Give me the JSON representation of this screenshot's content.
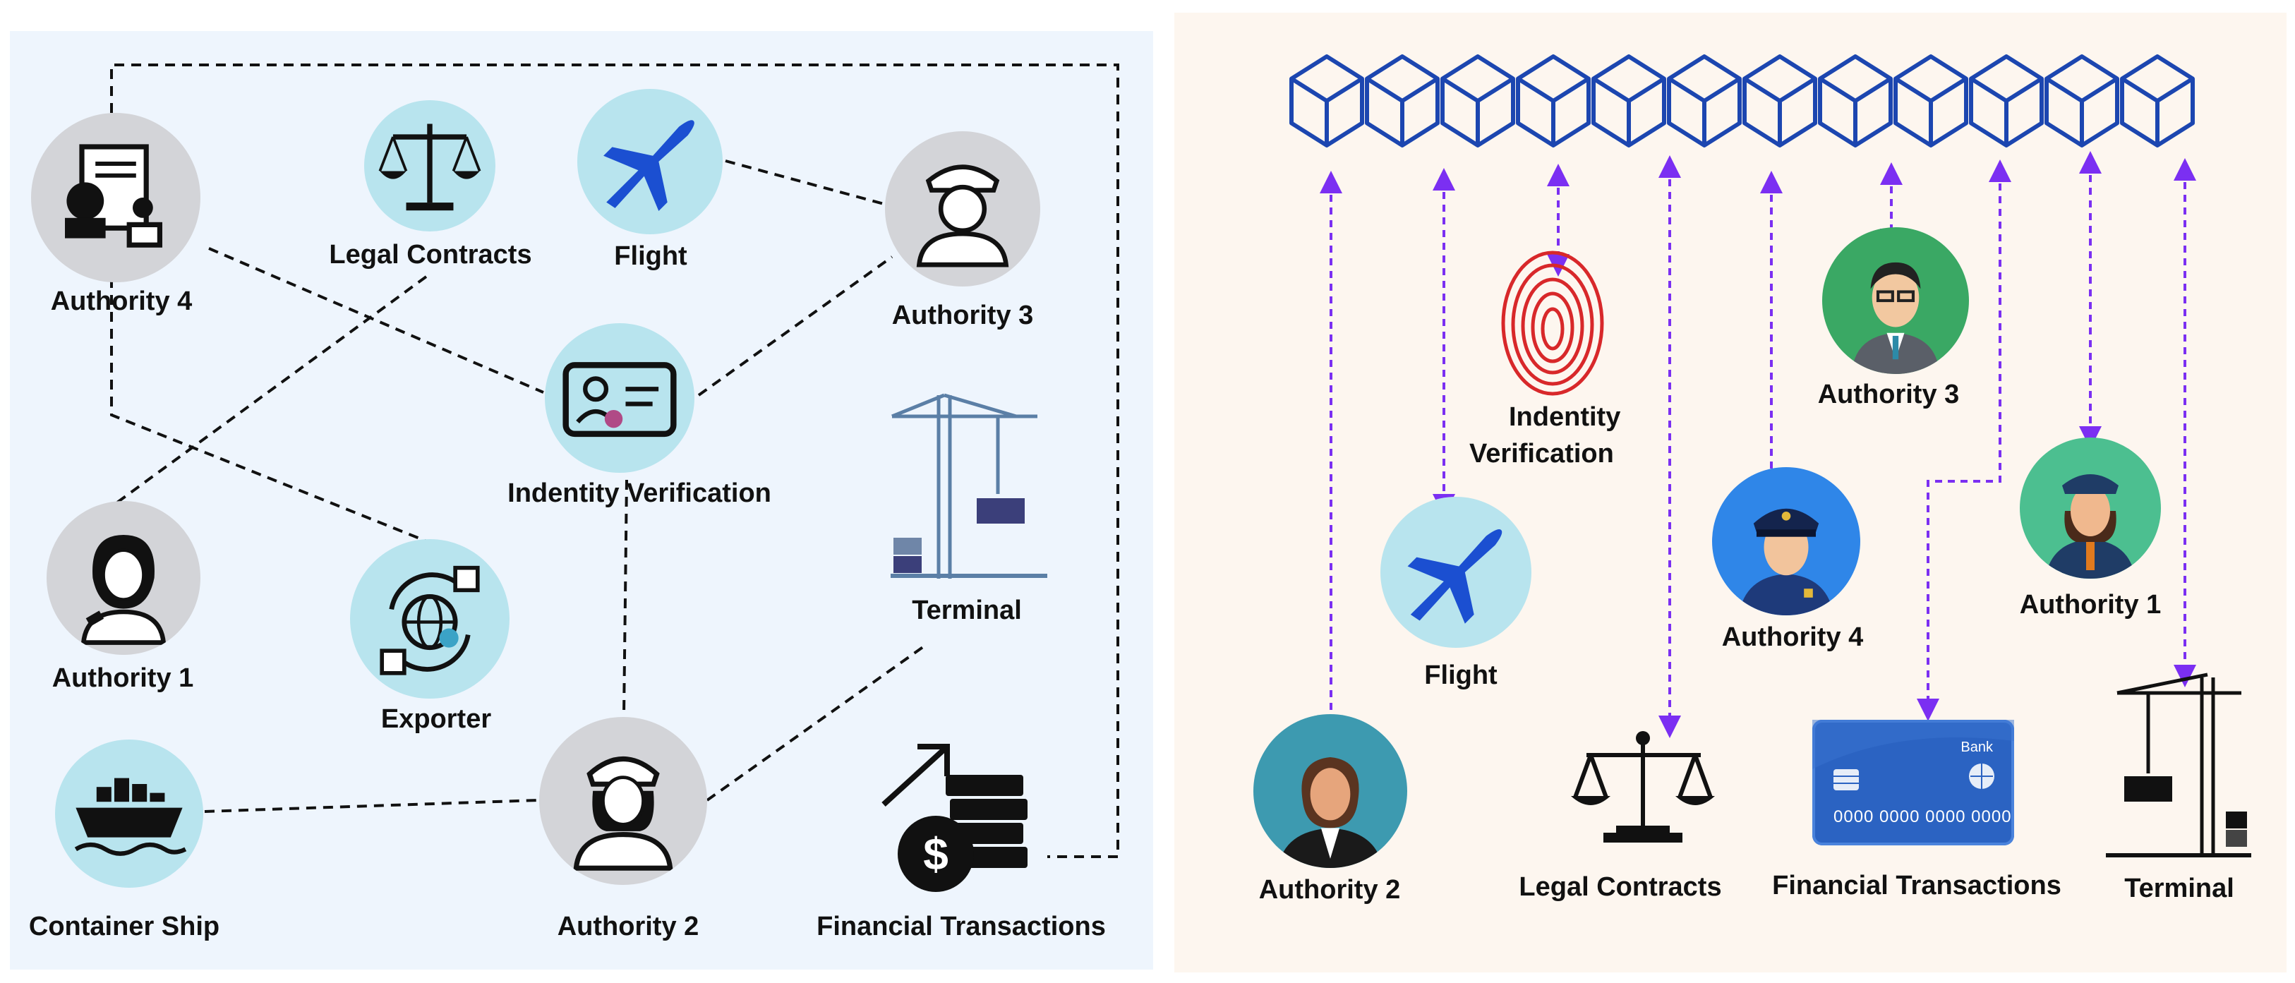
{
  "left_panel": {
    "nodes": {
      "authority4": "Authority 4",
      "legal_contracts": "Legal Contracts",
      "flight": "Flight",
      "authority3": "Authority 3",
      "identity_verification": "Indentity Verification",
      "terminal": "Terminal",
      "authority1": "Authority 1",
      "exporter": "Exporter",
      "container_ship": "Container Ship",
      "authority2": "Authority 2",
      "financial_transactions": "Financial Transactions"
    }
  },
  "right_panel": {
    "blockchain_blocks": 12,
    "nodes": {
      "identity_verification_line1": "Indentity",
      "identity_verification_line2": "Verification",
      "authority3": "Authority 3",
      "authority1": "Authority 1",
      "authority4": "Authority 4",
      "flight": "Flight",
      "authority2": "Authority 2",
      "legal_contracts": "Legal Contracts",
      "financial_transactions": "Financial Transactions",
      "terminal": "Terminal"
    },
    "bank_card": {
      "bank_label": "Bank",
      "number": "0000 0000 0000 0000"
    }
  },
  "colors": {
    "left_bg": "#eef5fd",
    "right_bg": "#fdf6ef",
    "grey_circle": "#d3d4d8",
    "cyan_circle": "#b8e4ee",
    "blockchain_blue": "#1c46b0",
    "arrow_purple": "#7b2ff2",
    "card_blue": "#2b63c2"
  }
}
